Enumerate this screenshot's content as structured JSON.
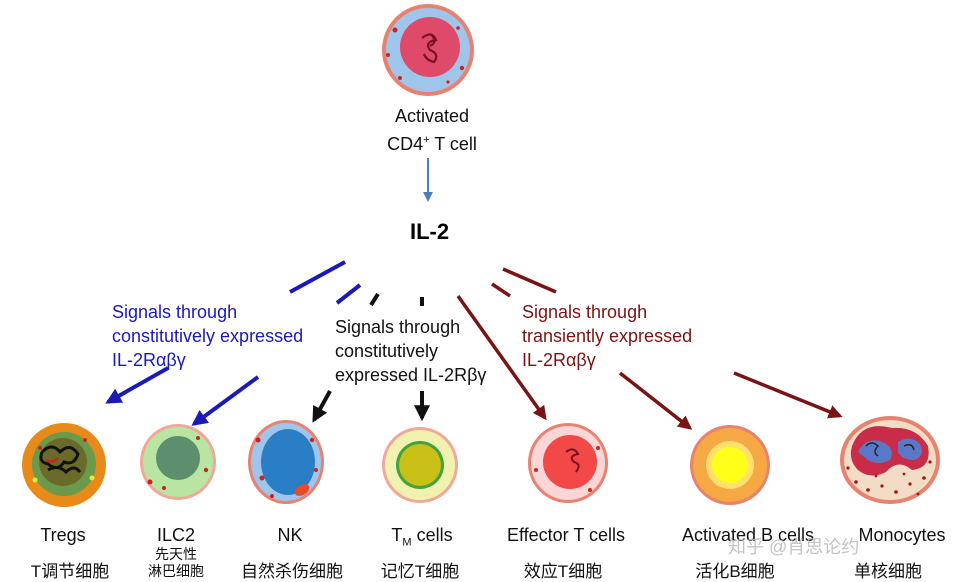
{
  "source": {
    "line1": "Activated",
    "line2_prefix": "CD4",
    "line2_sup": "+",
    "line2_suffix": " T cell"
  },
  "cytokine": "IL-2",
  "signals": {
    "left": {
      "line1": "Signals through",
      "line2": "constitutively expressed",
      "line3": "IL-2Rαβγ",
      "color": "#1a1ab8"
    },
    "middle": {
      "line1": "Signals through",
      "line2": "constitutively",
      "line3": "expressed IL-2Rβγ",
      "color": "#111111"
    },
    "right": {
      "line1": "Signals through",
      "line2": "transiently expressed",
      "line3": "IL-2Rαβγ",
      "color": "#7a1414"
    }
  },
  "cells": [
    {
      "name": "Tregs",
      "cn": "T调节细胞"
    },
    {
      "name": "ILC2",
      "cn_line1": "先天性",
      "cn_line2": "淋巴细胞"
    },
    {
      "name": "NK",
      "cn": "自然杀伤细胞"
    },
    {
      "name_prefix": "T",
      "name_sub": "M",
      "name_suffix": " cells",
      "cn": "记忆T细胞"
    },
    {
      "name": "Effector T cells",
      "cn": "效应T细胞"
    },
    {
      "name": "Activated B cells",
      "cn": "活化B细胞"
    },
    {
      "name": "Monocytes",
      "cn": "单核细胞"
    }
  ],
  "watermark": "知乎 @肖思论约",
  "colors": {
    "blue_arrow": "#1a1ab8",
    "black_arrow": "#111111",
    "red_arrow": "#7a1414",
    "source_arrow": "#4a7fb5"
  }
}
